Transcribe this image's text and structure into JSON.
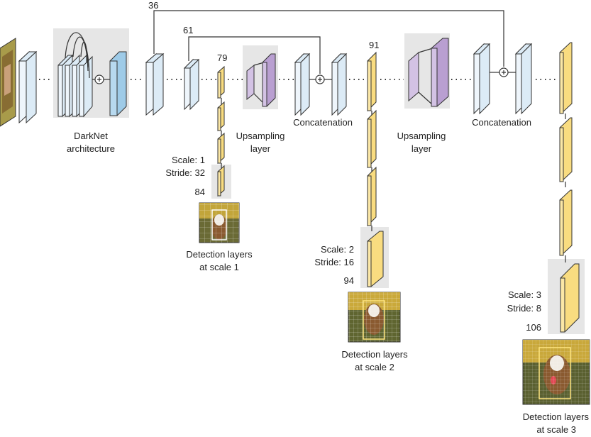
{
  "labels": {
    "darknet_line1": "DarkNet",
    "darknet_line2": "architecture",
    "upsampling1_line1": "Upsampling",
    "upsampling1_line2": "layer",
    "upsampling2_line1": "Upsampling",
    "upsampling2_line2": "layer",
    "concat1": "Concatenation",
    "concat2": "Concatenation",
    "skip_36": "36",
    "skip_61": "61",
    "layer_79": "79",
    "layer_84": "84",
    "layer_91": "91",
    "layer_94": "94",
    "layer_106": "106"
  },
  "scales": [
    {
      "scale": "Scale: 1",
      "stride": "Stride: 32",
      "caption1": "Detection layers",
      "caption2": "at scale 1"
    },
    {
      "scale": "Scale: 2",
      "stride": "Stride: 16",
      "caption1": "Detection layers",
      "caption2": "at scale 2"
    },
    {
      "scale": "Scale: 3",
      "stride": "Stride: 8",
      "caption1": "Detection layers",
      "caption2": "at scale 3"
    }
  ],
  "colors": {
    "feature_blue": "#dcebf6",
    "darknet_blue": "#9ecbe8",
    "detection_yellow": "#f9dc80",
    "upsample_purple": "#b99fd1",
    "shade_gray": "#e6e6e6"
  }
}
